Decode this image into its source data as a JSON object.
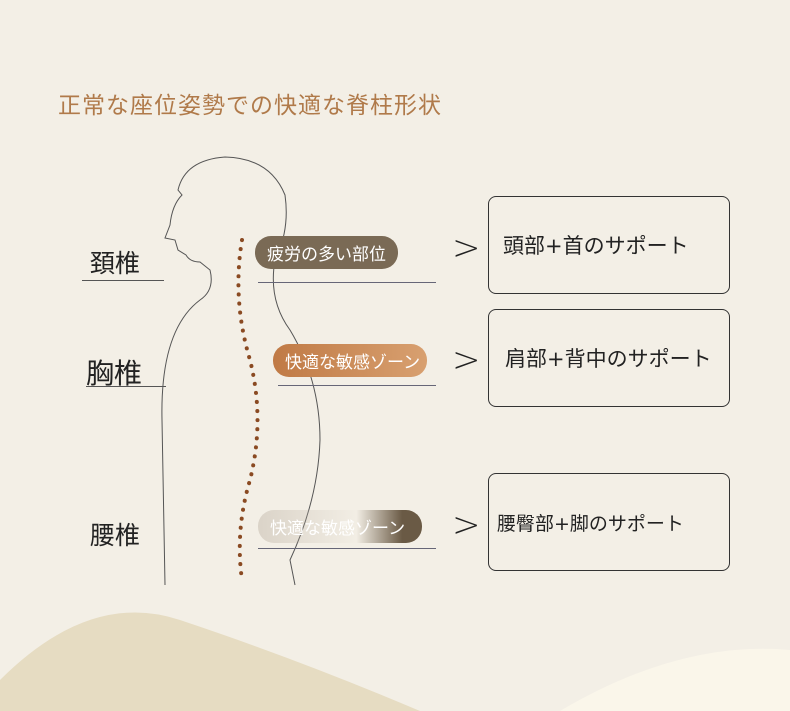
{
  "title": "正常な座位姿勢での快適な脊柱形状",
  "regions": [
    "頚椎",
    "胸椎",
    "腰椎"
  ],
  "tags": [
    "疲労の多い部位",
    "快適な敏感ゾーン",
    "快適な敏感ゾーン"
  ],
  "supports": [
    "頭部+首のサポート",
    "肩部+背中のサポート",
    "腰臀部+脚のサポート"
  ],
  "colors": {
    "title": "#b07a4a",
    "spine": "#8a4a22",
    "tag1": "#7a6a55",
    "tag2": "#c07a45"
  }
}
